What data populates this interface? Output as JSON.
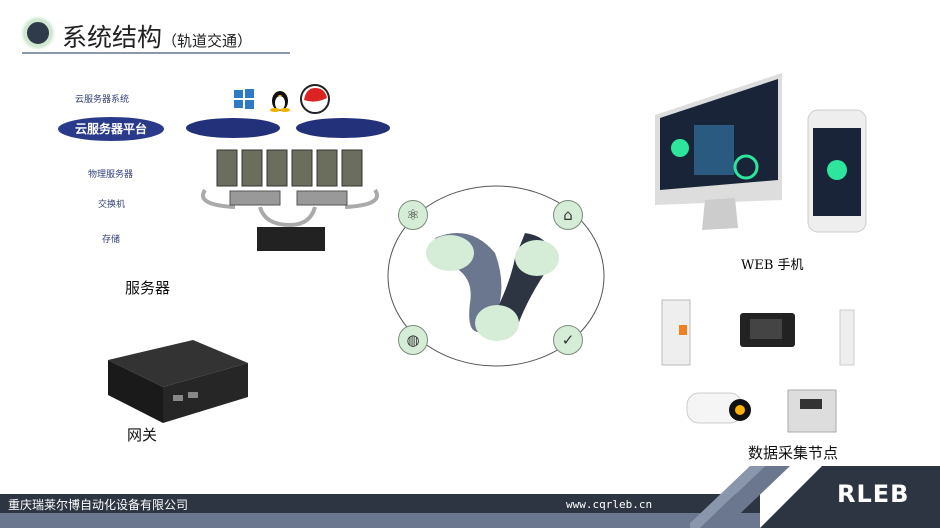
{
  "header": {
    "title": "系统结构",
    "subtitle": "（轨道交通）"
  },
  "server_diagram": {
    "labels": [
      "云服务器系统",
      "云服务器平台",
      "物理服务器",
      "交换机",
      "存储"
    ],
    "os_icons": [
      "windows-icon",
      "linux-tux-icon",
      "redhat-icon"
    ]
  },
  "captions": {
    "server": "服务器",
    "gateway": "网关",
    "web_mobile": "WEB 手机",
    "nodes": "数据采集节点"
  },
  "center_icons": [
    "atom-icon",
    "house-icon",
    "basketball-icon",
    "check-icon"
  ],
  "footer": {
    "company": "重庆瑞莱尔博自动化设备有限公司",
    "url": "www.cqrleb.cn",
    "logo": "RLEB"
  },
  "colors": {
    "dark": "#2d3543",
    "slate": "#6b778e",
    "mint": "#d5ecd6",
    "navy": "#23307a"
  }
}
